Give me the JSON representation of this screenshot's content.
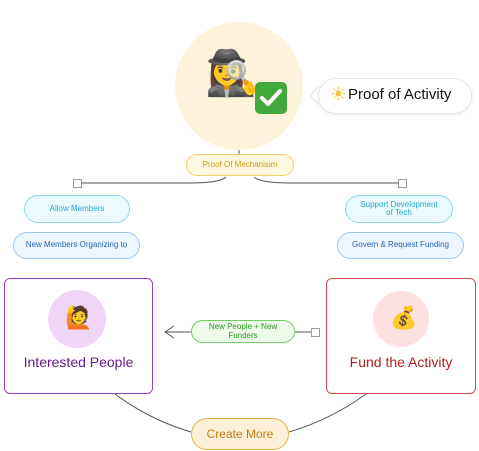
{
  "hero": {
    "emoji": "🕵️‍♀️",
    "check_icon": "check-mark-icon",
    "title_icon": "sun-icon",
    "title": "Proof of Activity"
  },
  "mechanism": {
    "label": "Proof Of Mechanisim"
  },
  "left_branch": {
    "allow_members": "Allow Members",
    "new_members": "New Members Organizing to"
  },
  "right_branch": {
    "support_line1": "Support Development",
    "support_line2": "of Tech",
    "govern": "Govern & Request Funding"
  },
  "cards": {
    "interested": {
      "emoji": "🙋",
      "label": "Interested People",
      "color": "#6a1c8d"
    },
    "fund": {
      "emoji": "💰",
      "label": "Fund the Activity",
      "color": "#b01e1e"
    }
  },
  "new_people": {
    "line1": "New People + New",
    "line2": "Funders"
  },
  "create_more": {
    "label": "Create More"
  }
}
